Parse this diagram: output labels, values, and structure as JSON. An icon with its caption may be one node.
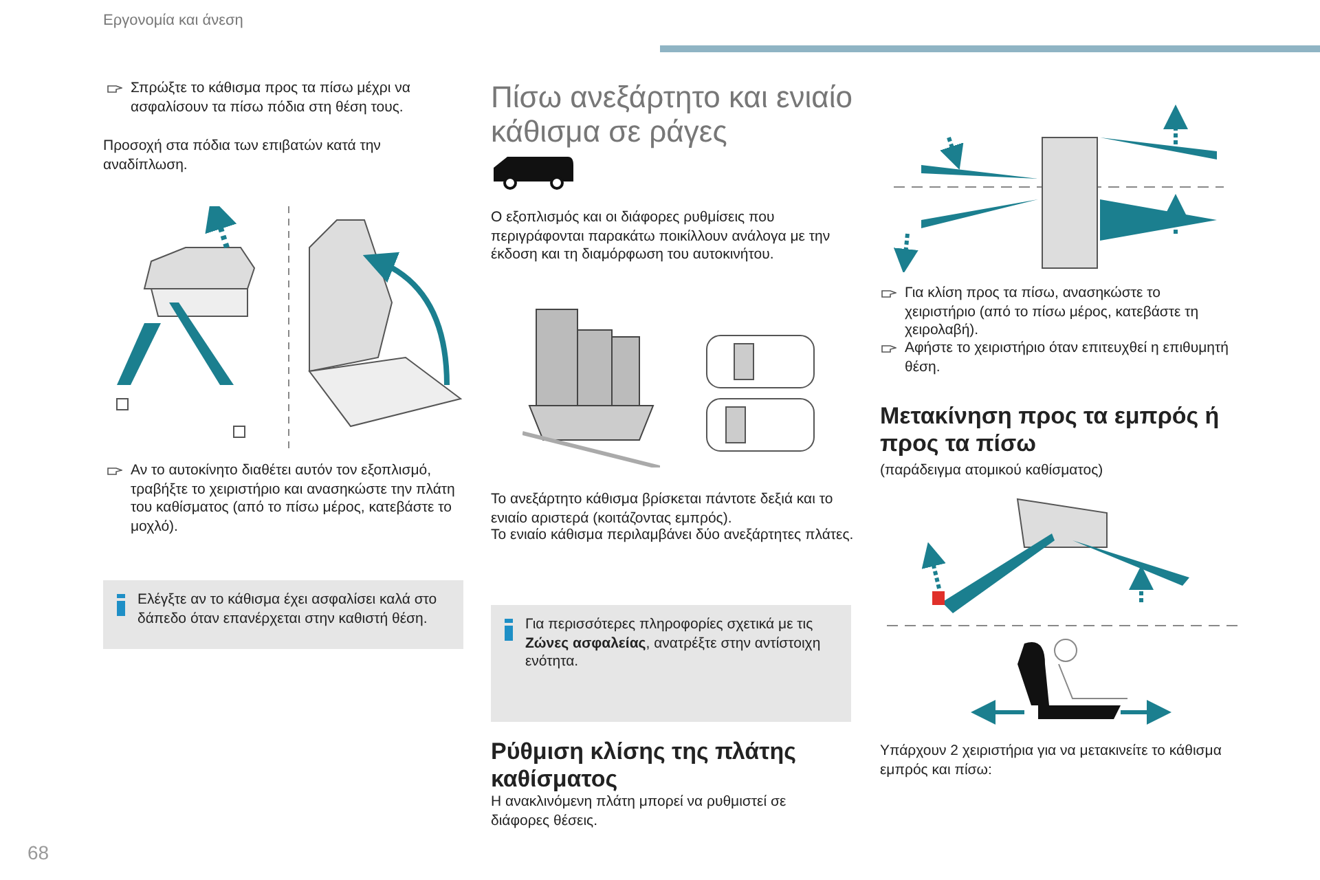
{
  "diagram": {
    "nodes": [
      {
        "text": [
          "Ελέγξτε αν το κάθισμα έχει ασφαλίσει καλά στο δάπεδο όταν επανέρχεται στην καθιστή θέση."
        ]
      },
      {
        "text": [
          "Για περισσότερες πληροφορίες σχετικά με τις **Ζώνες ασφαλείας**, ανατρέξτε στην αντίστοιχη ενότητα."
        ]
      }
    ],
    "labels": [
      "Εργονομία και άνεση",
      "Σπρώξτε το κάθισμα προς τα πίσω μέχρι να ασφαλίσουν τα πίσω πόδια στη θέση τους.",
      "Προσοχή στα πόδια των επιβατών κατά την αναδίπλωση.",
      "Αν το αυτοκίνητο διαθέτει αυτόν τον εξοπλισμό, τραβήξτε το χειριστήριο και ανασηκώστε την πλάτη του καθίσματος (από το πίσω μέρος, κατεβάστε το μοχλό).",
      "Πίσω ανεξάρτητο και ενιαίο κάθισμα σε ράγες",
      "Ο εξοπλισμός και οι διάφορες ρυθμίσεις που περιγράφονται παρακάτω ποικίλλουν ανάλογα με την έκδοση και τη διαμόρφωση του αυτοκινήτου.",
      "Το ανεξάρτητο κάθισμα βρίσκεται πάντοτε δεξιά και το ενιαίο αριστερά (κοιτάζοντας εμπρός).",
      "Το ενιαίο κάθισμα περιλαμβάνει δύο ανεξάρτητες πλάτες.",
      "Ρύθμιση κλίσης της πλάτης καθίσματος",
      "Η ανακλινόμενη πλάτη μπορεί να ρυθμιστεί σε διάφορες θέσεις.",
      "Για κλίση προς τα πίσω, ανασηκώστε το χειριστήριο (από το πίσω μέρος, κατεβάστε τη χειρολαβή).",
      "Αφήστε το χειριστήριο όταν επιτευχθεί η επιθυμητή θέση.",
      "Μετακίνηση προς τα εμπρός ή προς τα πίσω",
      "(παράδειγμα ατομικού καθίσματος)",
      "Υπάρχουν 2 χειριστήρια για να μετακινείτε το κάθισμα εμπρός και πίσω:",
      "68"
    ]
  }
}
